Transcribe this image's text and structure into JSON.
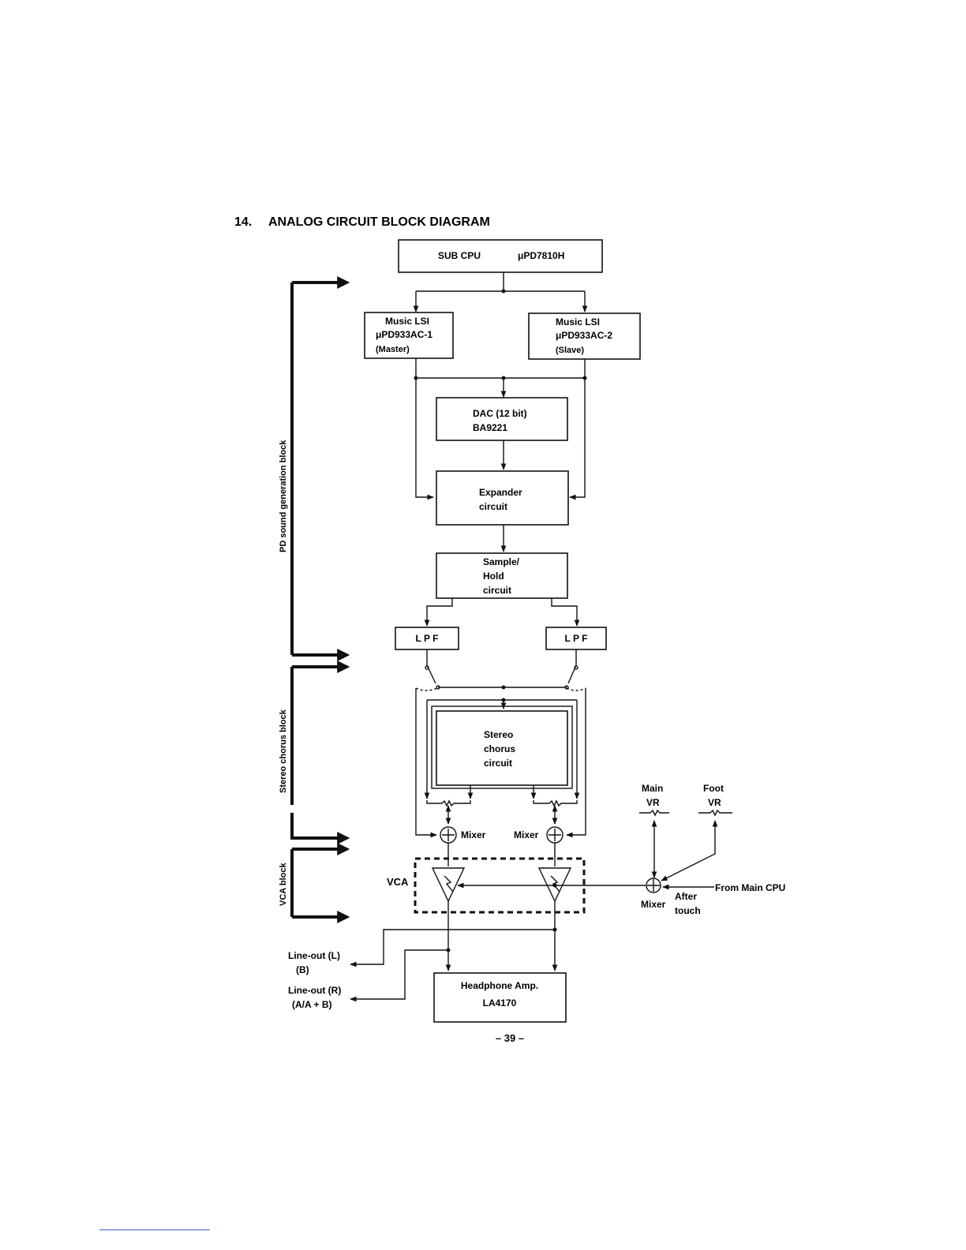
{
  "heading": {
    "number": "14.",
    "title": "ANALOG CIRCUIT BLOCK DIAGRAM"
  },
  "blocks": {
    "sub_cpu": {
      "name": "SUB CPU",
      "part": "μPD7810H"
    },
    "music_lsi_1": {
      "line1": "Music LSI",
      "line2": "μPD933AC-1",
      "line3": "(Master)"
    },
    "music_lsi_2": {
      "line1": "Music LSI",
      "line2": "μPD933AC-2",
      "line3": "(Slave)"
    },
    "dac": {
      "line1": "DAC (12 bit)",
      "line2": "BA9221"
    },
    "expander": {
      "line1": "Expander",
      "line2": "circuit"
    },
    "sample_hold": {
      "line1": "Sample/",
      "line2": "Hold",
      "line3": "circuit"
    },
    "lpf_left": "L P F",
    "lpf_right": "L P F",
    "stereo_chorus": {
      "line1": "Stereo",
      "line2": "chorus",
      "line3": "circuit"
    },
    "headphone_amp": {
      "line1": "Headphone Amp.",
      "line2": "LA4170"
    }
  },
  "labels": {
    "mixer_left": "Mixer",
    "mixer_right": "Mixer",
    "mixer_bottom": "Mixer",
    "vca": "VCA",
    "main_vr": {
      "line1": "Main",
      "line2": "VR"
    },
    "foot_vr": {
      "line1": "Foot",
      "line2": "VR"
    },
    "after_touch": {
      "line1": "After",
      "line2": "touch"
    },
    "from_main_cpu": "From Main CPU",
    "line_out_l": {
      "line1": "Line-out (L)",
      "line2": "(B)"
    },
    "line_out_r": {
      "line1": "Line-out (R)",
      "line2": "(A/A + B)"
    }
  },
  "side_blocks": {
    "pd": "PD sound generation block",
    "chorus": "Stereo chorus block",
    "vca": "VCA block"
  },
  "page_number": "– 39 –"
}
